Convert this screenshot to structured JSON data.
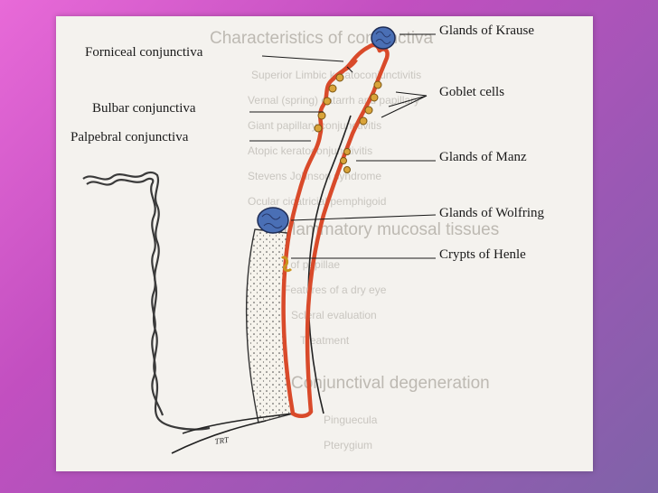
{
  "labels": {
    "glands_krause": "Glands of Krause",
    "forniceal": "Forniceal conjunctiva",
    "goblet": "Goblet cells",
    "bulbar": "Bulbar conjunctiva",
    "palpebral": "Palpebral conjunctiva",
    "glands_manz": "Glands of Manz",
    "glands_wolfring": "Glands of Wolfring",
    "crypts_henle": "Crypts of Henle",
    "signature": "TRT"
  },
  "colors": {
    "conjunctiva": "#d94a2a",
    "gland": "#4a6fb5",
    "goblet": "#d9a43a",
    "tarsus_fill": "#f6f3ec",
    "ink": "#1a1a1a"
  }
}
